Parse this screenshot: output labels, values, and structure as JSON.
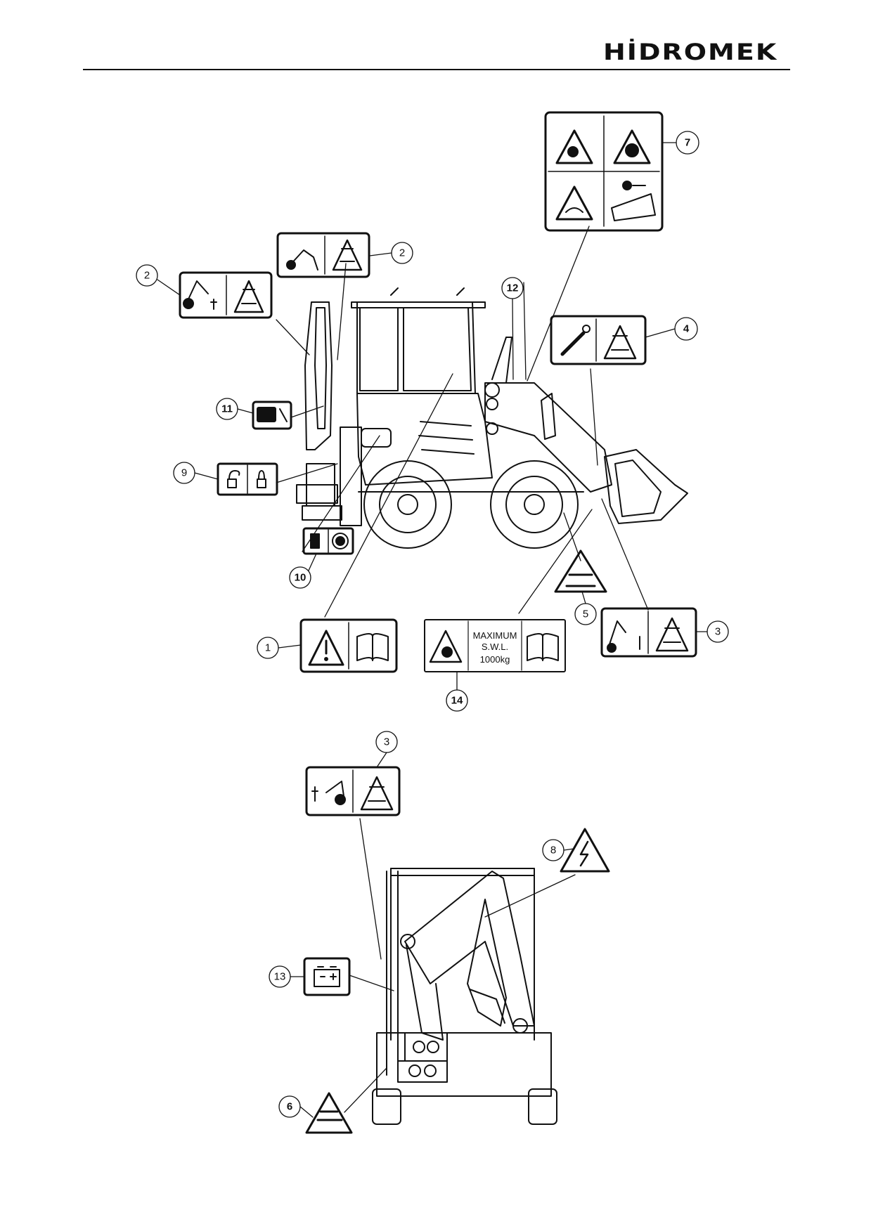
{
  "header": {
    "logo_text": "HİDROMEK"
  },
  "callouts": {
    "c1": "1",
    "c2a": "2",
    "c2b": "2",
    "c3a": "3",
    "c3b": "3",
    "c4": "4",
    "c5": "5",
    "c6": "6",
    "c7": "7",
    "c8": "8",
    "c9": "9",
    "c10": "10",
    "c11": "11",
    "c12": "12",
    "c13": "13",
    "c14": "14"
  },
  "labels": {
    "swl_line1": "MAXIMUM",
    "swl_line2": "S.W.L.",
    "swl_line3": "1000kg"
  },
  "colors": {
    "ink": "#111111",
    "paper": "#ffffff"
  }
}
